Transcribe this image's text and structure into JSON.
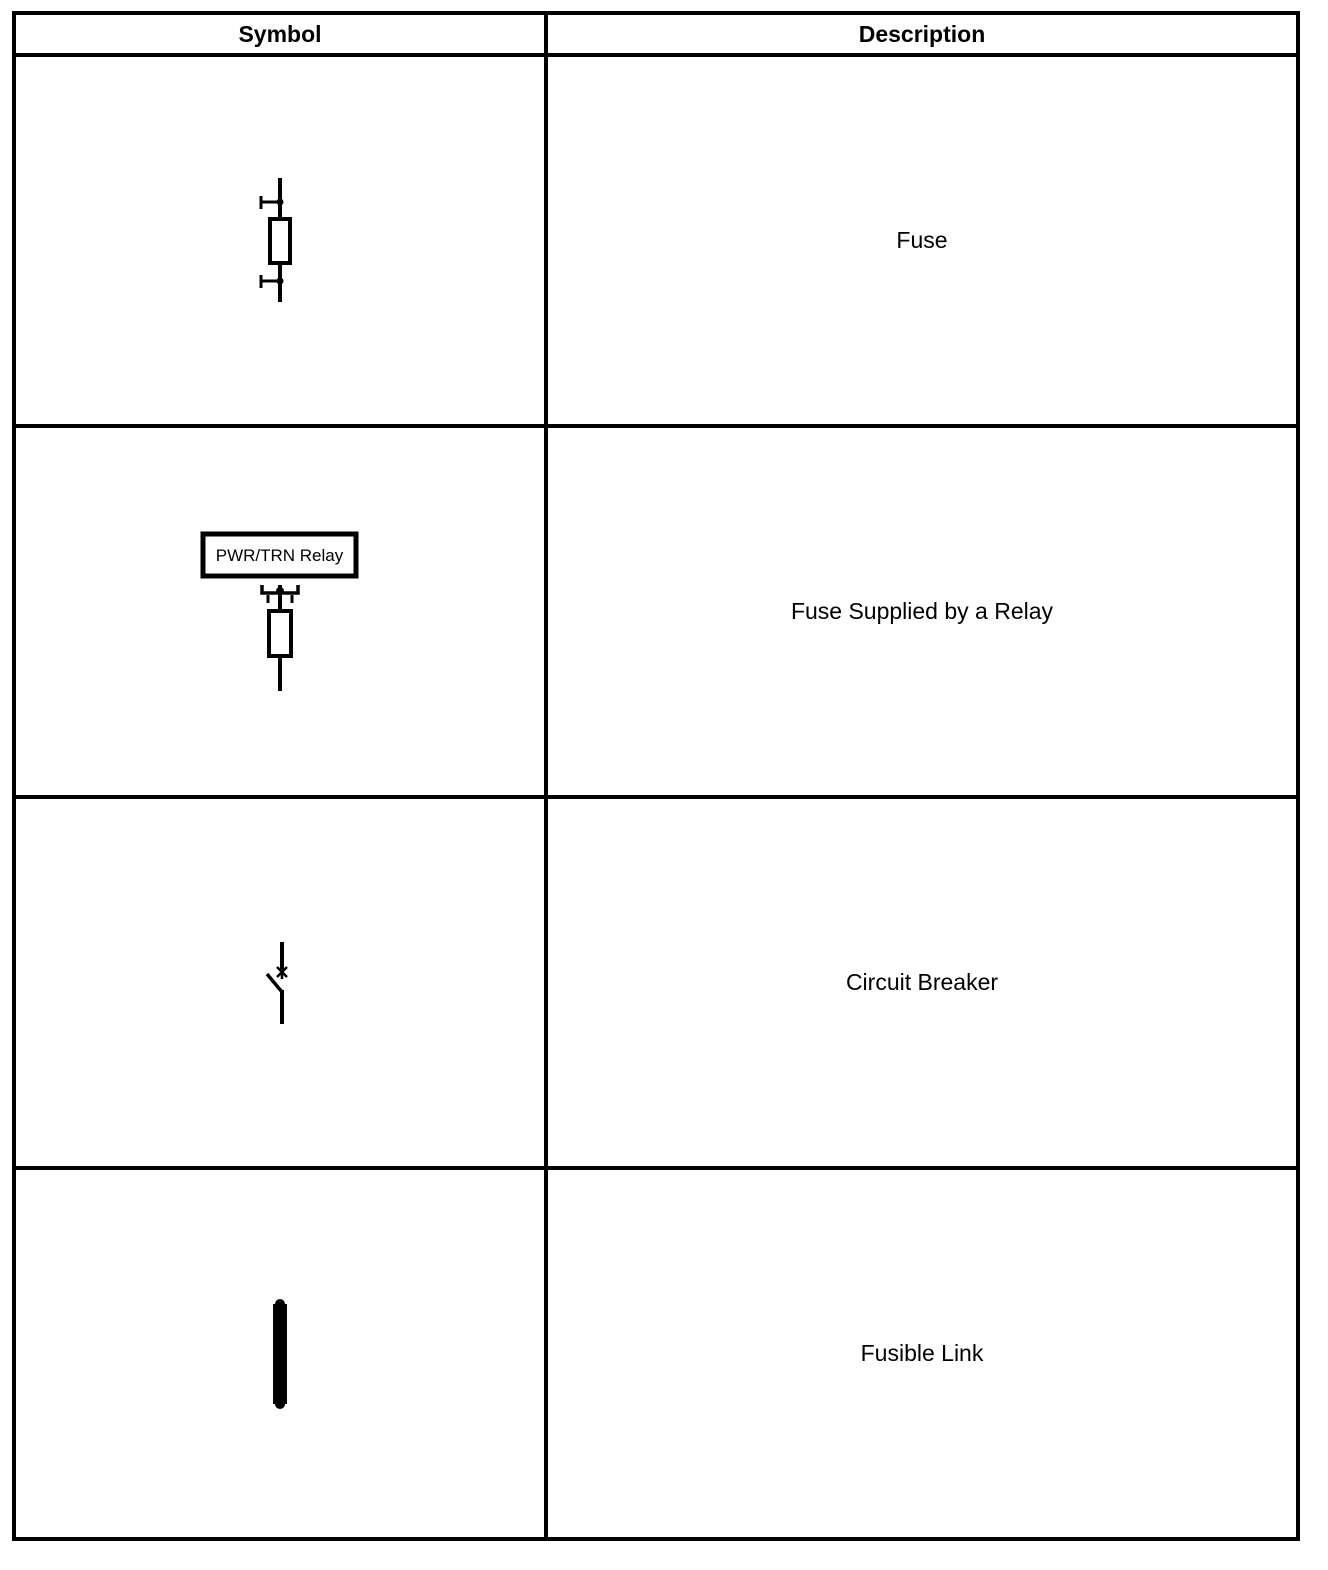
{
  "table": {
    "headers": {
      "symbol": "Symbol",
      "description": "Description"
    },
    "rows": [
      {
        "icon": "fuse-icon",
        "description": "Fuse"
      },
      {
        "icon": "relay-fuse-icon",
        "relay_label": "PWR/TRN Relay",
        "description": "Fuse Supplied by a Relay"
      },
      {
        "icon": "circuit-breaker-icon",
        "description": "Circuit Breaker"
      },
      {
        "icon": "fusible-link-icon",
        "description": "Fusible Link"
      }
    ]
  }
}
